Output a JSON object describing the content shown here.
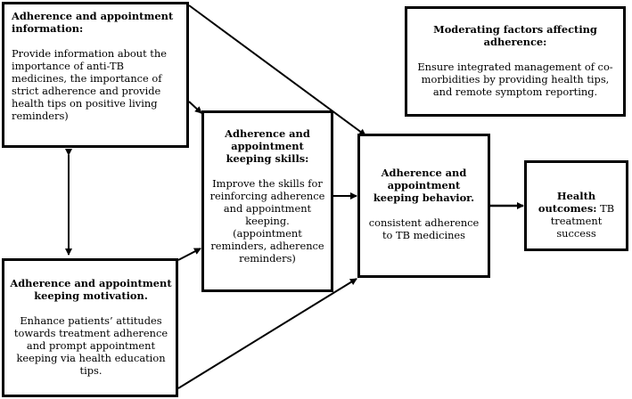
{
  "boxes": {
    "information": {
      "heading": "Adherence and appointment information:",
      "body": "Provide information about the importance of anti-TB medicines, the importance of strict adherence and provide health tips on positive living reminders)"
    },
    "motivation": {
      "heading": "Adherence and appointment keeping motivation.",
      "body": "Enhance patients’ attitudes towards treatment adherence and prompt appointment keeping via health education tips."
    },
    "skills": {
      "heading": "Adherence and appointment keeping skills:",
      "body": "Improve the skills for reinforcing adherence and appointment keeping.",
      "body2": "(appointment reminders, adherence reminders)"
    },
    "behavior": {
      "heading": "Adherence and appointment keeping behavior.",
      "body": "consistent adherence to TB medicines"
    },
    "outcomes": {
      "heading": "Health outcomes:",
      "body": " TB treatment success"
    },
    "moderating": {
      "heading": "Moderating factors affecting adherence:",
      "body": "Ensure integrated management of co-morbidities by providing health tips, and remote symptom reporting."
    }
  },
  "colors": {
    "stroke": "#000000",
    "background": "#ffffff"
  }
}
